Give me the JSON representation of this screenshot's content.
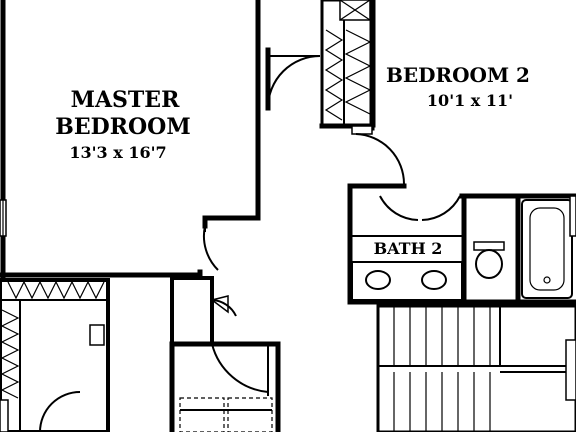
{
  "rooms": {
    "master": {
      "name_line1": "MASTER",
      "name_line2": "BEDROOM",
      "dimensions": "13'3 x 16'7"
    },
    "bedroom2": {
      "name": "BEDROOM 2",
      "dimensions": "10'1 x 11'"
    },
    "bath2": {
      "name": "BATH 2"
    }
  }
}
